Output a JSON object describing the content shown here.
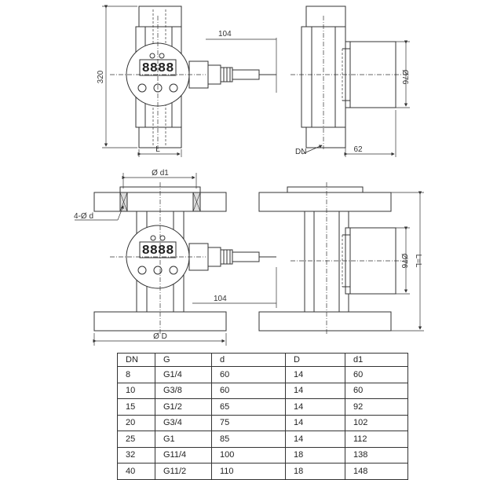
{
  "labels": {
    "front_top_cable_len": "104",
    "front_top_height": "320",
    "front_top_bottom_width": "L",
    "side_top_dia": "Ø76",
    "side_top_dn": "DN",
    "side_top_depth": "62",
    "front_bot_top_dim": "Ø d1",
    "front_bot_flange_holes": "4-Ø d",
    "front_bot_cable_len": "104",
    "front_bot_bottom_dia": "Ø D",
    "side_bot_dia": "Ø76",
    "side_bot_len": "L=L"
  },
  "display": {
    "digits": "8888"
  },
  "table": {
    "header": [
      "DN",
      "G",
      "d",
      "D",
      "d1"
    ],
    "rows": [
      [
        "8",
        "G1/4",
        "60",
        "14",
        "60"
      ],
      [
        "10",
        "G3/8",
        "60",
        "14",
        "60"
      ],
      [
        "15",
        "G1/2",
        "65",
        "14",
        "92"
      ],
      [
        "20",
        "G3/4",
        "75",
        "14",
        "102"
      ],
      [
        "25",
        "G1",
        "85",
        "14",
        "112"
      ],
      [
        "32",
        "G11/4",
        "100",
        "18",
        "138"
      ],
      [
        "40",
        "G11/2",
        "110",
        "18",
        "148"
      ]
    ]
  }
}
